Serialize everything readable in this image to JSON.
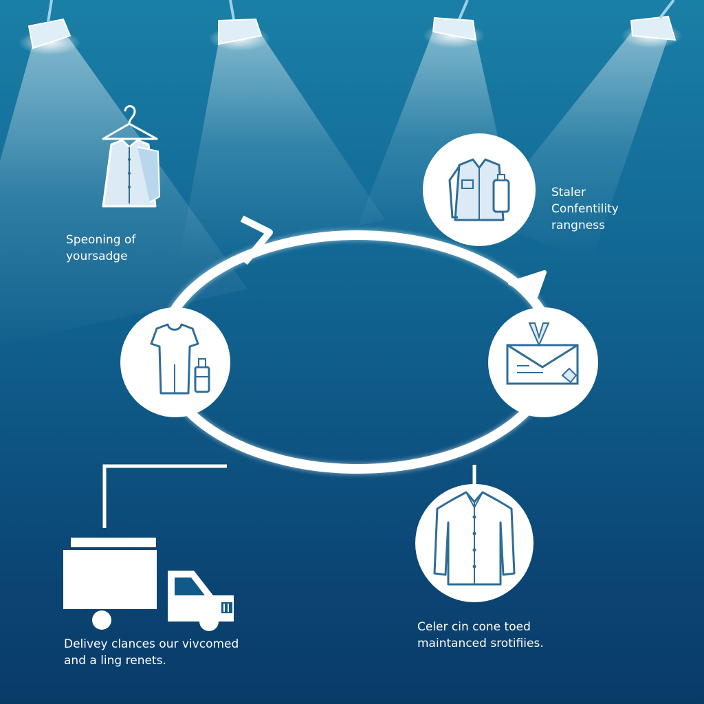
{
  "colors": {
    "background_top": "#1a7fa6",
    "background_bottom": "#0a3b68",
    "foreground": "#ffffff",
    "icon_stroke": "#2f6c98",
    "icon_fill": "#dceaf5"
  },
  "captions": {
    "left_top": [
      "Speoning of",
      "yoursadge"
    ],
    "right_top": [
      "Staler",
      "Confentility",
      "rangness"
    ],
    "bottom_left": [
      "Delivey clances our vivcomed",
      "and a ling renets."
    ],
    "bottom_right": [
      "Celer cin cone toed",
      "maintanced srotifiies."
    ]
  },
  "icons": {
    "hanger": "hanger-shirt-icon",
    "jacket_bottle": "jacket-bottle-icon",
    "tshirt_bottle": "tshirt-bottle-icon",
    "envelope": "envelope-icon",
    "shirt": "shirt-icon",
    "truck": "delivery-truck-icon"
  }
}
